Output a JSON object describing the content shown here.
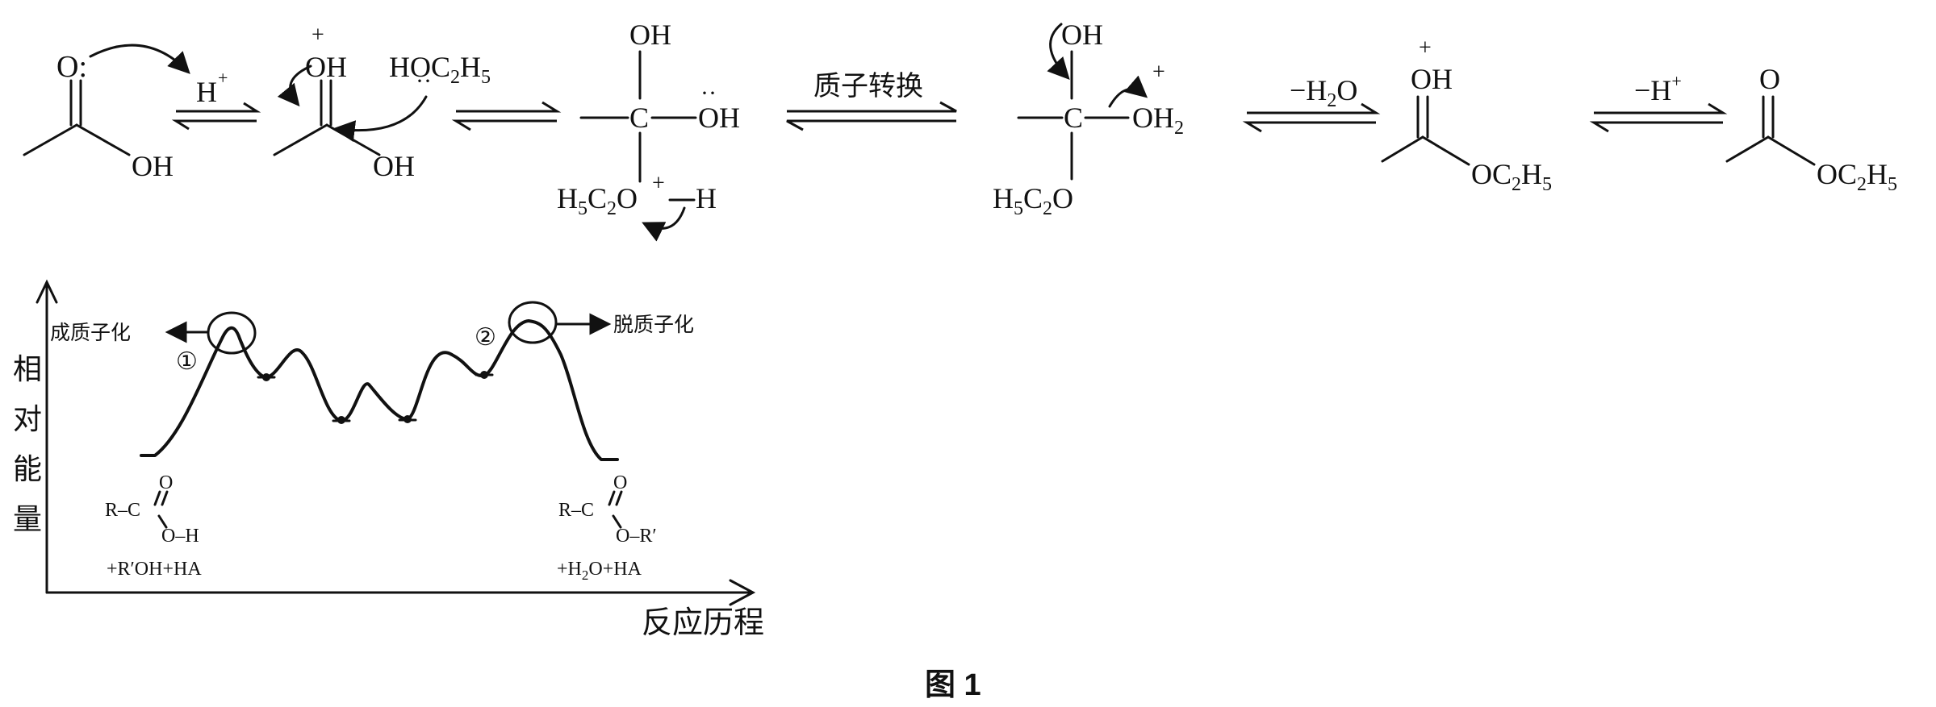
{
  "mechanism": {
    "s1": {
      "o": "O:",
      "oh": "OH"
    },
    "a1": {
      "reagent": "H",
      "sup": "+"
    },
    "s2": {
      "plus": "+",
      "oh_top": "OH",
      "oh": "OH",
      "nucleophile": "HOC",
      "nuc_sub": "2",
      "nuc_tail": "H",
      "nuc_sub2": "5",
      "lone_pair": "··"
    },
    "s3": {
      "oh_top": "OH",
      "oh_right": "OH",
      "lone_pair": "··",
      "c": "C",
      "eth_a": "H",
      "eth_s1": "5",
      "eth_b": "C",
      "eth_s2": "2",
      "eth_c": "O",
      "plus": "+",
      "h": "H"
    },
    "a3": {
      "label": "质子转换"
    },
    "s4": {
      "oh_top": "OH",
      "c": "C",
      "oh2": "OH",
      "oh2_sub": "2",
      "plus": "+",
      "eth_a": "H",
      "eth_s1": "5",
      "eth_b": "C",
      "eth_s2": "2",
      "eth_c": "O"
    },
    "a4": {
      "minus": "−H",
      "sub": "2",
      "tail": "O"
    },
    "s5": {
      "plus": "+",
      "oh": "OH",
      "oc": "OC",
      "oc_s1": "2",
      "oc_h": "H",
      "oc_s2": "5"
    },
    "a5": {
      "minus": "−H",
      "sup": "+"
    },
    "s6": {
      "o": "O",
      "oc": "OC",
      "oc_s1": "2",
      "oc_h": "H",
      "oc_s2": "5"
    }
  },
  "energy_diagram": {
    "ylabel_chars": [
      "相",
      "对",
      "能",
      "量"
    ],
    "xlabel": "反应历程",
    "left_annotation": "成质子化",
    "right_annotation": "脱质子化",
    "marker_1": "①",
    "marker_2": "②",
    "reactant": {
      "o": "O",
      "r": "R–C",
      "oh": "O–H",
      "extra": "+R′OH+HA"
    },
    "product": {
      "o": "O",
      "r": "R–C",
      "or": "O–R′",
      "extra_a": "+H",
      "extra_sub": "2",
      "extra_b": "O+HA"
    }
  },
  "caption": "图 1"
}
